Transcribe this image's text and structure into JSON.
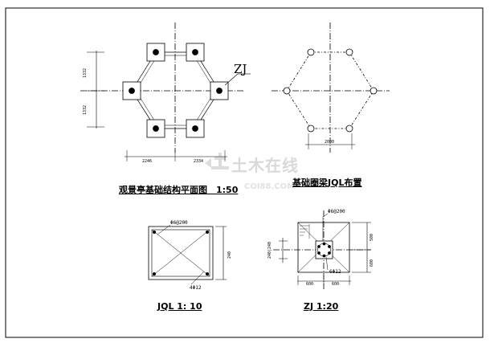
{
  "plan": {
    "tag_label": "ZJ",
    "dims": {
      "upper_height": "1332",
      "lower_height": "1332",
      "left_width": "2246",
      "right_width": "2334"
    },
    "title": "观景亭基础结构平面图　1:50"
  },
  "ring_beam_plan": {
    "dim_width": "2000",
    "title": "基础圈梁JQL布置"
  },
  "jql_section": {
    "top_rebar": "Φ6@200",
    "side_dim": "240",
    "bottom_rebar": "4Φ12",
    "title": "JQL 1: 10"
  },
  "zj_detail": {
    "top_rebar": "Φ6@200",
    "left_dim": "240|240",
    "right_upper_dim": "500",
    "right_lower_dim": "600",
    "bottom_rebar": "6Φ12",
    "bottom_left_dim": "600",
    "bottom_right_dim": "600",
    "title": "ZJ 1:20"
  },
  "watermark": {
    "logo_text": "土木在线",
    "url_text": "COI88.COM"
  },
  "colors": {
    "line": "#000000",
    "watermark": "#d9d9d9"
  }
}
